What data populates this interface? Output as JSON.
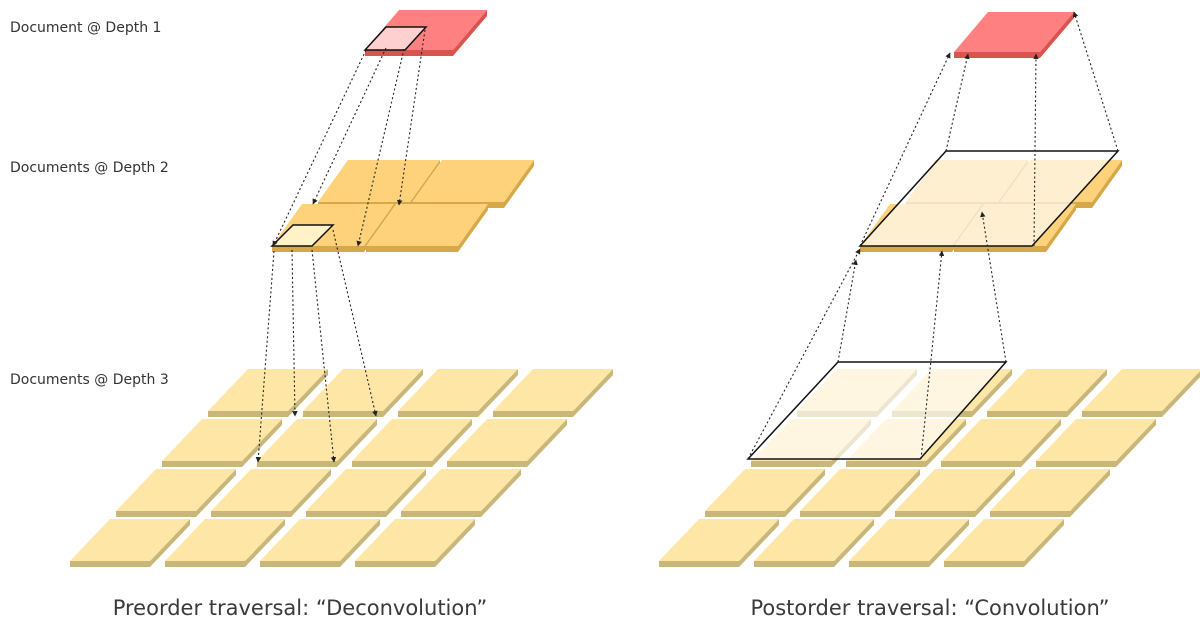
{
  "labels": {
    "depth1": "Document @ Depth 1",
    "depth2": "Documents @ Depth 2",
    "depth3": "Documents @ Depth 3"
  },
  "captions": {
    "left": "Preorder traversal: “Deconvolution”",
    "right": "Postorder traversal: “Convolution”"
  },
  "colors": {
    "depth1_tile": "#ff8080",
    "depth1_side": "#d9534f",
    "depth2_tile": "#fdd27a",
    "depth2_side": "#d6a848",
    "depth3_tile": "#fde6a6",
    "depth3_side": "#c9b77a",
    "arrow": "#222222",
    "highlight_fill": "#ffffff"
  }
}
